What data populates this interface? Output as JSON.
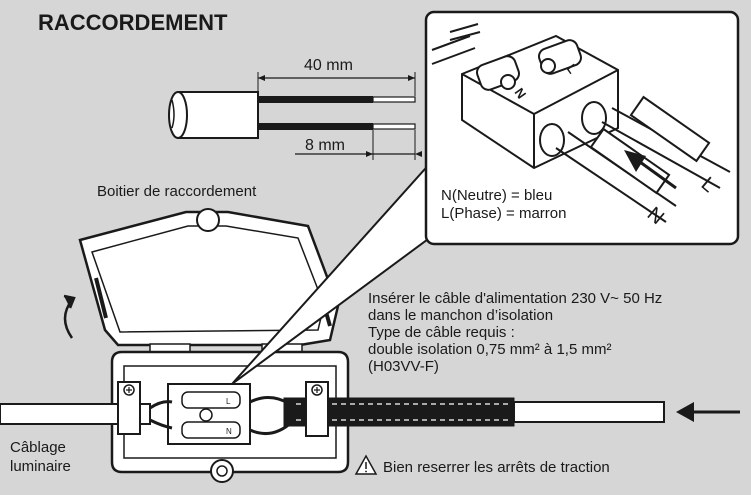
{
  "title": "RACCORDEMENT",
  "dimensions": {
    "strip_length": "40 mm",
    "bare_length": "8 mm"
  },
  "housing_label": "Boitier de raccordement",
  "terminal_markings": {
    "neutral": "N",
    "phase": "L"
  },
  "wire_legend": {
    "neutral": "N(Neutre) = bleu",
    "phase": "L(Phase) = marron"
  },
  "instructions": [
    "Insérer le câble d'alimentation 230 V~ 50 Hz",
    "dans le manchon d’isolation",
    "Type de câble requis :",
    "double isolation 0,75 mm² à 1,5 mm²",
    "(H03VV-F)"
  ],
  "fixture_cable_label": [
    "Câblage",
    "luminaire"
  ],
  "warning_text": "Bien reserrer les arrêts de traction",
  "colors": {
    "background": "#d6d6d6",
    "ink": "#1a1a1a",
    "inset_background": "#ffffff"
  },
  "icons": [
    "rotate-arrow-icon",
    "insert-arrow-icon",
    "warning-icon",
    "screw-icon"
  ]
}
